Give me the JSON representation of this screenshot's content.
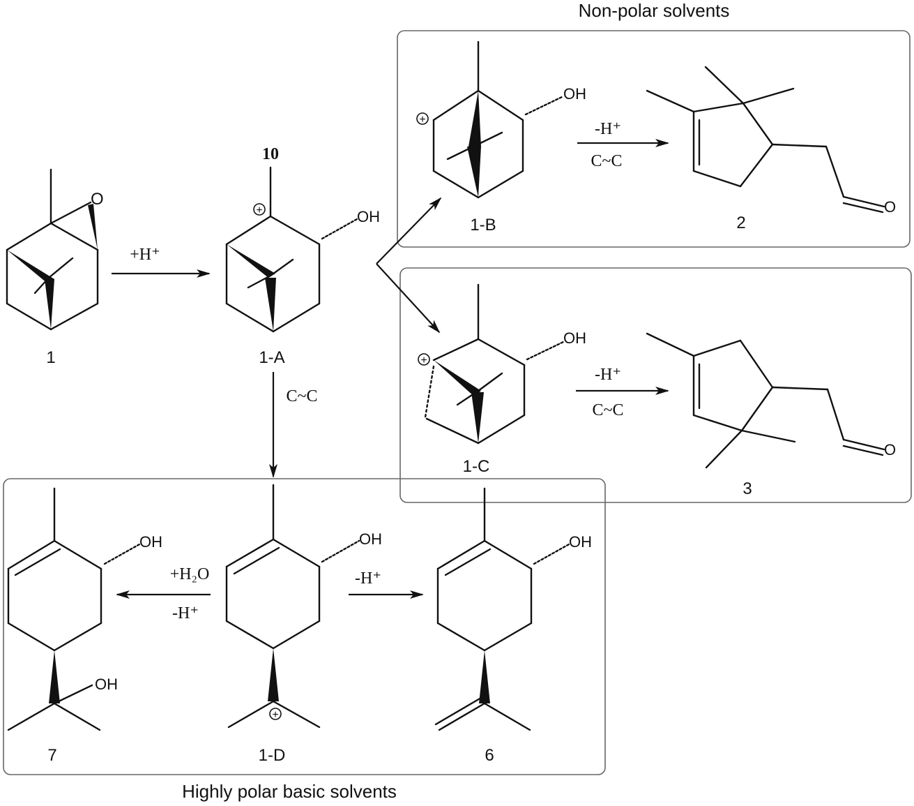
{
  "regions": {
    "nonpolar": "Non-polar solvents",
    "polar": "Highly polar basic solvents"
  },
  "compounds": {
    "c1": "1",
    "c1A": "1-A",
    "c1B": "1-B",
    "c1C": "1-C",
    "c1D": "1-D",
    "c2": "2",
    "c3": "3",
    "c6": "6",
    "c7": "7"
  },
  "atoms": {
    "oh": "OH",
    "o": "O",
    "carbon10": "10",
    "plus": "+"
  },
  "conditions": {
    "protonation": "+H⁺",
    "shift": "C~C",
    "deprotonation": "-H⁺",
    "water": "+H₂O"
  }
}
